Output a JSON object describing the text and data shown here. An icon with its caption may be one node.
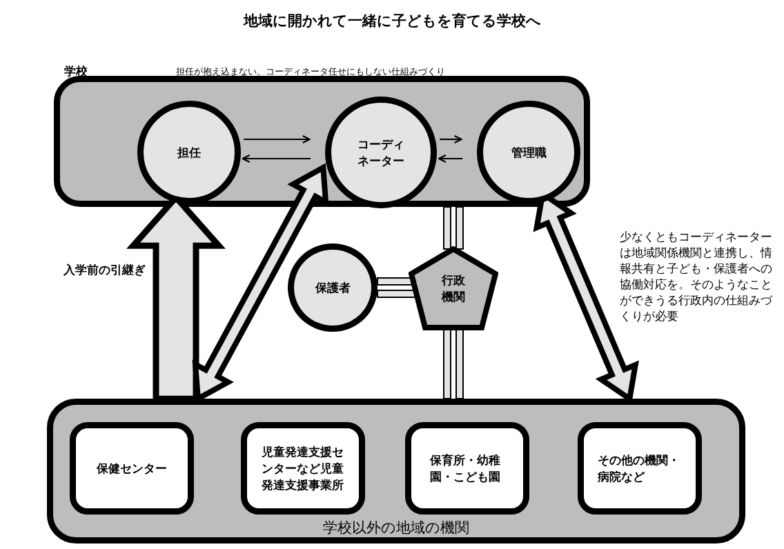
{
  "diagram": {
    "title": "地域に開かれて一緒に子どもを育てる学校へ",
    "nodes": [
      {
        "text": [
          "学校",
          "担任が抱え込まない。コーディネータ任せにもしない仕組みづくり"
        ]
      },
      {
        "text": [
          "担任"
        ],
        "in": 0
      },
      {
        "text": [
          "コーディネーター"
        ],
        "in": 0
      },
      {
        "text": [
          "管理職"
        ],
        "in": 0
      },
      {
        "text": [
          "保護者"
        ]
      },
      {
        "text": [
          "行政機関"
        ]
      },
      {
        "text": [
          "学校以外の地域の機関"
        ]
      },
      {
        "text": [
          "保健センター"
        ],
        "in": 6
      },
      {
        "text": [
          "児童発達支援センターなど児童発達支援事業所"
        ],
        "in": 6
      },
      {
        "text": [
          "保育所・幼稚園・こども園"
        ],
        "in": 6
      },
      {
        "text": [
          "その他の機関・病院など"
        ],
        "in": 6
      }
    ],
    "edges": [
      {
        "from": 1,
        "to": 2,
        "arrow": "to"
      },
      {
        "from": 2,
        "to": 1,
        "arrow": "to"
      },
      {
        "from": 2,
        "to": 3,
        "arrow": "to"
      },
      {
        "from": 3,
        "to": 2,
        "arrow": "to"
      },
      {
        "from": 6,
        "to": 1,
        "arrow": "to",
        "style": "thick",
        "label": "入学前の引継ぎ"
      },
      {
        "from": 2,
        "to": 6,
        "arrow": "both",
        "style": "thick"
      },
      {
        "from": 3,
        "to": 6,
        "arrow": "both",
        "style": "thick"
      },
      {
        "from": 4,
        "to": 5,
        "arrow": "none"
      },
      {
        "from": 5,
        "to": 0,
        "arrow": "none"
      },
      {
        "from": 5,
        "to": 6,
        "arrow": "none"
      }
    ],
    "labels": [
      "少なくともコーディネーターは地域関係機関と連携し、情報共有と子ども・保護者への協働対応を。そのようなことができうる行政内の仕組みづくりが必要"
    ]
  }
}
